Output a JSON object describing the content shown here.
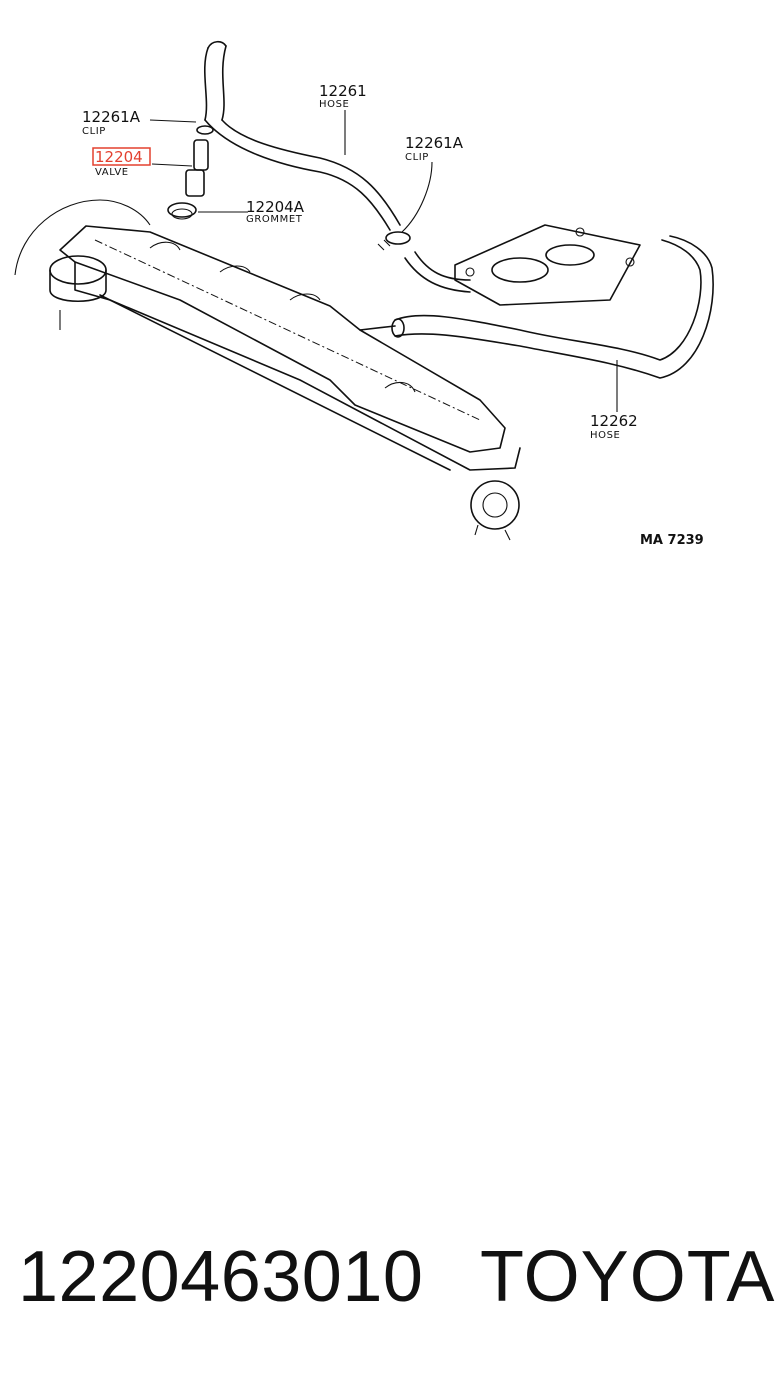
{
  "callouts": [
    {
      "id": "c1",
      "number": "12261A",
      "name": "CLIP"
    },
    {
      "id": "c2",
      "number": "12204",
      "name": "VALVE"
    },
    {
      "id": "c3",
      "number": "12204A",
      "name": "GROMMET"
    },
    {
      "id": "c4",
      "number": "12261",
      "name": "HOSE"
    },
    {
      "id": "c5",
      "number": "12261A",
      "name": "CLIP"
    },
    {
      "id": "c6",
      "number": "12262",
      "name": "HOSE"
    }
  ],
  "highlight_color": "#e3402f",
  "diagram_ref": "MA 7239",
  "footer": {
    "part_number": "1220463010",
    "brand": "TOYOTA"
  }
}
